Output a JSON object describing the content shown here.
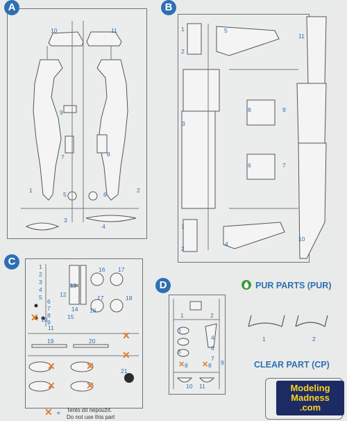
{
  "sprues": {
    "a": {
      "letter": "A",
      "parts": [
        "10",
        "11",
        "9",
        "8",
        "7",
        "1",
        "2",
        "5",
        "6",
        "3",
        "4"
      ]
    },
    "b": {
      "letter": "B",
      "parts": [
        "1",
        "2",
        "5",
        "11",
        "8",
        "9",
        "3",
        "6",
        "7",
        "1",
        "2",
        "4",
        "10"
      ]
    },
    "c": {
      "letter": "C",
      "parts": [
        "1",
        "2",
        "3",
        "4",
        "5",
        "6",
        "7",
        "8",
        "9",
        "10",
        "11",
        "12",
        "13",
        "14",
        "15",
        "16",
        "17",
        "16",
        "17",
        "18",
        "19",
        "20",
        "21"
      ]
    },
    "d": {
      "letter": "D",
      "parts": [
        "1",
        "2",
        "3",
        "4",
        "5",
        "6",
        "7",
        "8",
        "8",
        "9",
        "10",
        "11"
      ]
    }
  },
  "pur": {
    "heading": "PUR PARTS (PUR)",
    "labels": [
      "1",
      "2"
    ]
  },
  "clear": {
    "heading": "CLEAR PART (CP)"
  },
  "legend": {
    "line1": "Tento díl nepoužít.",
    "line2": "Do not use this part"
  },
  "watermark": {
    "line1": "Modeling",
    "line2": "Madness",
    "line3": ".com"
  },
  "colors": {
    "accent": "#2e6fb3",
    "unused_mark": "#e37a2c",
    "pur_icon": "#3f9a3a",
    "sprue_line": "#6d7277"
  }
}
